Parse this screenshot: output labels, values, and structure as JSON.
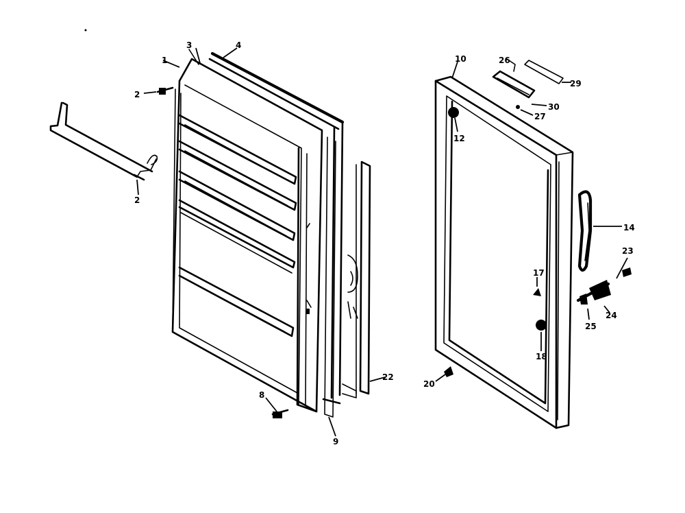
{
  "callouts": {
    "c2_top": "2",
    "c3_top": "3",
    "c4_top": "4",
    "c1_left": "1",
    "c2_wire": "2",
    "c8_bottom": "8",
    "c9_bottom": "9",
    "c22": "22",
    "c10": "10",
    "c12": "12",
    "c26": "26",
    "c29": "29",
    "c30_top": "30",
    "c27": "27",
    "c14": "14",
    "c23": "23",
    "c17": "17",
    "c24": "24",
    "c25": "25",
    "c18": "18",
    "c20": "20"
  }
}
